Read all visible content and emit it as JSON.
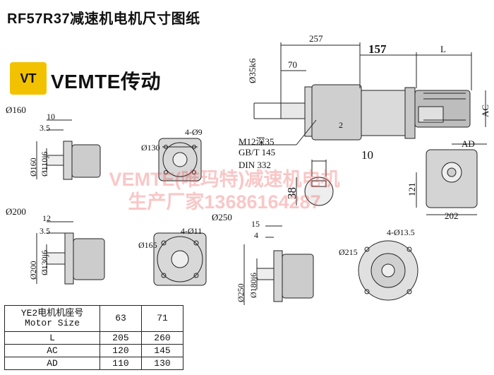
{
  "title": "RF57R37减速机电机尺寸图纸",
  "logo": {
    "mark": "VT",
    "text": "VEMTE传动"
  },
  "watermark": {
    "line1": "VEMTE(唯玛特)减速机电机",
    "line2": "生产厂家13686164287"
  },
  "side_view": {
    "dim_257": "257",
    "dim_157": "157",
    "dim_L": "L",
    "dim_70": "70",
    "dim_shaft": "Ø35k6",
    "dim_AC": "AC",
    "dim_2": "2",
    "thread_note": [
      "M12深35",
      "GB/T 145",
      "DIN 332"
    ]
  },
  "key_section": {
    "width": "10",
    "height": "38"
  },
  "end_view": {
    "AD": "AD",
    "h121": "121",
    "w202": "202"
  },
  "flange_160": {
    "title": "Ø160",
    "d160": "Ø160",
    "d110": "Ø110j6",
    "d10": "10",
    "d35": "3.5",
    "pcd": "Ø130",
    "holes": "4-Ø9"
  },
  "flange_200": {
    "title": "Ø200",
    "d200": "Ø200",
    "d130": "Ø130j6",
    "d12": "12",
    "d35": "3.5",
    "pcd": "Ø165",
    "holes": "4-Ø11"
  },
  "flange_250": {
    "title": "Ø250",
    "d250": "Ø250",
    "d180": "Ø180j6",
    "d15": "15",
    "d4": "4",
    "pcd": "Ø215",
    "holes": "4-Ø13.5"
  },
  "size_table": {
    "header": [
      "YE2电机机座号",
      "Motor Size"
    ],
    "cols": [
      "63",
      "71"
    ],
    "rows": [
      {
        "name": "L",
        "v": [
          "205",
          "260"
        ]
      },
      {
        "name": "AC",
        "v": [
          "120",
          "145"
        ]
      },
      {
        "name": "AD",
        "v": [
          "110",
          "130"
        ]
      }
    ]
  }
}
